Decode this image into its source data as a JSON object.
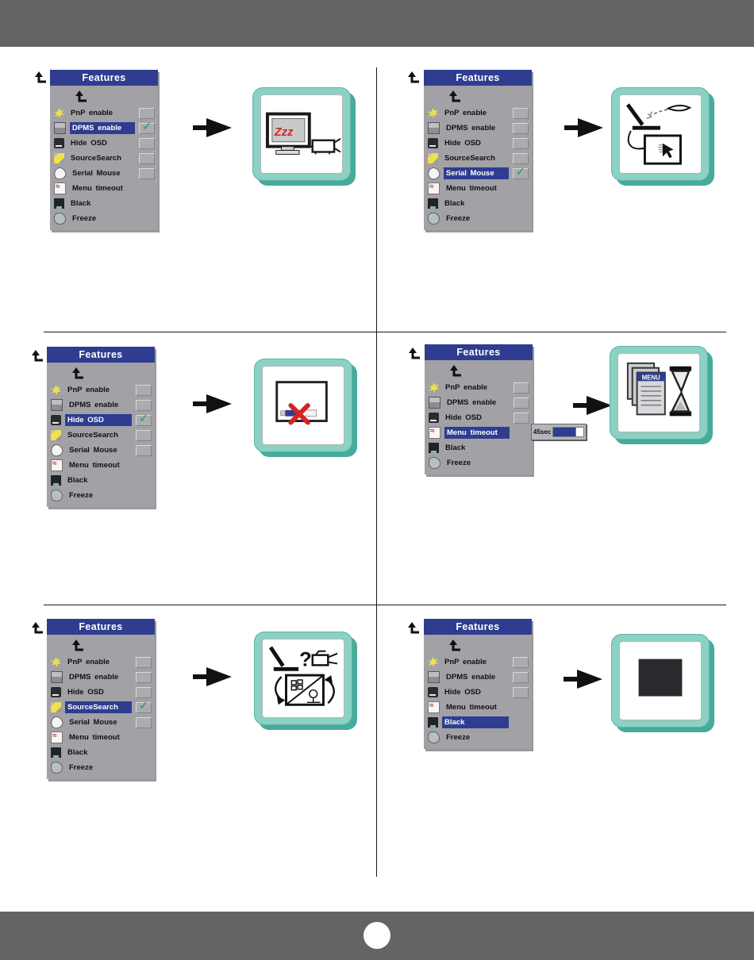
{
  "glyphs": {
    "check": "✓"
  },
  "colors": {
    "banner_gray": "#646467",
    "menu_gray": "#a1a1a6",
    "menu_blue": "#2e3d8f",
    "check_green": "#3aa75a",
    "tile_teal": "#8bd1c4",
    "tile_shadow_teal": "#46ab9b",
    "warning_red": "#d42420"
  },
  "illustrations": {
    "sleep_text": "Zzz",
    "menu_label": "MENU",
    "question": "?"
  },
  "panels": [
    {
      "name": "dpms-enable",
      "menu_title": "Features",
      "illustration": "monitor-sleep-projector",
      "items": [
        {
          "label": "PnP enable",
          "icon": "pnp",
          "checkbox": true,
          "checked": false,
          "highlighted": false
        },
        {
          "label": "DPMS enable",
          "icon": "dpms",
          "checkbox": true,
          "checked": true,
          "highlighted": true
        },
        {
          "label": "Hide OSD",
          "icon": "hideosd",
          "checkbox": true,
          "checked": false,
          "highlighted": false
        },
        {
          "label": "SourceSearch",
          "icon": "source",
          "checkbox": true,
          "checked": false,
          "highlighted": false
        },
        {
          "label": "Serial Mouse",
          "icon": "mouse",
          "checkbox": true,
          "checked": false,
          "highlighted": false
        },
        {
          "label": "Menu timeout",
          "icon": "timeout",
          "checkbox": false,
          "checked": false,
          "highlighted": false
        },
        {
          "label": "Black",
          "icon": "black",
          "checkbox": false,
          "checked": false,
          "highlighted": false
        },
        {
          "label": "Freeze",
          "icon": "freeze",
          "checkbox": false,
          "checked": false,
          "highlighted": false
        }
      ]
    },
    {
      "name": "serial-mouse",
      "menu_title": "Features",
      "illustration": "laptop-mouse-screen",
      "items": [
        {
          "label": "PnP enable",
          "icon": "pnp",
          "checkbox": true,
          "checked": false,
          "highlighted": false
        },
        {
          "label": "DPMS enable",
          "icon": "dpms",
          "checkbox": true,
          "checked": false,
          "highlighted": false
        },
        {
          "label": "Hide OSD",
          "icon": "hideosd",
          "checkbox": true,
          "checked": false,
          "highlighted": false
        },
        {
          "label": "SourceSearch",
          "icon": "source",
          "checkbox": true,
          "checked": false,
          "highlighted": false
        },
        {
          "label": "Serial Mouse",
          "icon": "mouse",
          "checkbox": true,
          "checked": true,
          "highlighted": true
        },
        {
          "label": "Menu timeout",
          "icon": "timeout",
          "checkbox": false,
          "checked": false,
          "highlighted": false
        },
        {
          "label": "Black",
          "icon": "black",
          "checkbox": false,
          "checked": false,
          "highlighted": false
        },
        {
          "label": "Freeze",
          "icon": "freeze",
          "checkbox": false,
          "checked": false,
          "highlighted": false
        }
      ]
    },
    {
      "name": "hide-osd",
      "menu_title": "Features",
      "illustration": "screen-crossed-menubar",
      "items": [
        {
          "label": "PnP enable",
          "icon": "pnp",
          "checkbox": true,
          "checked": false,
          "highlighted": false
        },
        {
          "label": "DPMS enable",
          "icon": "dpms",
          "checkbox": true,
          "checked": false,
          "highlighted": false
        },
        {
          "label": "Hide OSD",
          "icon": "hideosd",
          "checkbox": true,
          "checked": true,
          "highlighted": true
        },
        {
          "label": "SourceSearch",
          "icon": "source",
          "checkbox": true,
          "checked": false,
          "highlighted": false
        },
        {
          "label": "Serial Mouse",
          "icon": "mouse",
          "checkbox": true,
          "checked": false,
          "highlighted": false
        },
        {
          "label": "Menu timeout",
          "icon": "timeout",
          "checkbox": false,
          "checked": false,
          "highlighted": false
        },
        {
          "label": "Black",
          "icon": "black",
          "checkbox": false,
          "checked": false,
          "highlighted": false
        },
        {
          "label": "Freeze",
          "icon": "freeze",
          "checkbox": false,
          "checked": false,
          "highlighted": false
        }
      ]
    },
    {
      "name": "menu-timeout",
      "menu_title": "Features",
      "illustration": "menu-pages-hourglass",
      "popup_value": "45sec",
      "items": [
        {
          "label": "PnP enable",
          "icon": "pnp",
          "checkbox": true,
          "checked": false,
          "highlighted": false
        },
        {
          "label": "DPMS enable",
          "icon": "dpms",
          "checkbox": true,
          "checked": false,
          "highlighted": false
        },
        {
          "label": "Hide OSD",
          "icon": "hideosd",
          "checkbox": true,
          "checked": false,
          "highlighted": false
        },
        {
          "label": "Menu timeout",
          "icon": "timeout",
          "checkbox": false,
          "checked": false,
          "highlighted": true
        },
        {
          "label": "Black",
          "icon": "black",
          "checkbox": false,
          "checked": false,
          "highlighted": false
        },
        {
          "label": "Freeze",
          "icon": "freeze",
          "checkbox": false,
          "checked": false,
          "highlighted": false
        }
      ]
    },
    {
      "name": "source-search",
      "menu_title": "Features",
      "illustration": "source-question-screen",
      "items": [
        {
          "label": "PnP enable",
          "icon": "pnp",
          "checkbox": true,
          "checked": false,
          "highlighted": false
        },
        {
          "label": "DPMS enable",
          "icon": "dpms",
          "checkbox": true,
          "checked": false,
          "highlighted": false
        },
        {
          "label": "Hide OSD",
          "icon": "hideosd",
          "checkbox": true,
          "checked": false,
          "highlighted": false
        },
        {
          "label": "SourceSearch",
          "icon": "source",
          "checkbox": true,
          "checked": true,
          "highlighted": true
        },
        {
          "label": "Serial Mouse",
          "icon": "mouse",
          "checkbox": true,
          "checked": false,
          "highlighted": false
        },
        {
          "label": "Menu timeout",
          "icon": "timeout",
          "checkbox": false,
          "checked": false,
          "highlighted": false
        },
        {
          "label": "Black",
          "icon": "black",
          "checkbox": false,
          "checked": false,
          "highlighted": false
        },
        {
          "label": "Freeze",
          "icon": "freeze",
          "checkbox": false,
          "checked": false,
          "highlighted": false
        }
      ]
    },
    {
      "name": "black",
      "menu_title": "Features",
      "illustration": "black-rectangle",
      "items": [
        {
          "label": "PnP enable",
          "icon": "pnp",
          "checkbox": true,
          "checked": false,
          "highlighted": false
        },
        {
          "label": "DPMS enable",
          "icon": "dpms",
          "checkbox": true,
          "checked": false,
          "highlighted": false
        },
        {
          "label": "Hide OSD",
          "icon": "hideosd",
          "checkbox": true,
          "checked": false,
          "highlighted": false
        },
        {
          "label": "Menu timeout",
          "icon": "timeout",
          "checkbox": false,
          "checked": false,
          "highlighted": false
        },
        {
          "label": "Black",
          "icon": "black",
          "checkbox": false,
          "checked": false,
          "highlighted": true
        },
        {
          "label": "Freeze",
          "icon": "freeze",
          "checkbox": false,
          "checked": false,
          "highlighted": false
        }
      ]
    }
  ],
  "footer": {
    "page_indicator": ""
  }
}
